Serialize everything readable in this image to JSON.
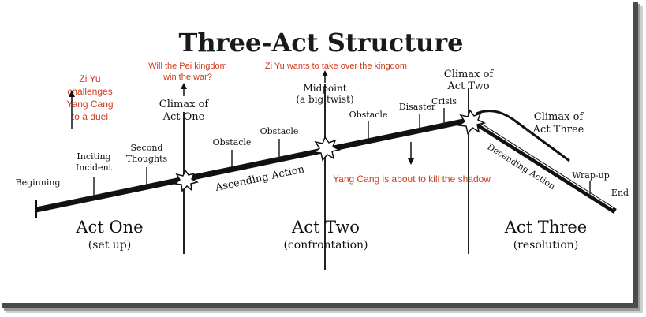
{
  "title": "Three-Act Structure",
  "plot_labels": {
    "beginning": "Beginning",
    "inciting": [
      "Inciting",
      "Incident"
    ],
    "second_thoughts": [
      "Second",
      "Thoughts"
    ],
    "climax_one": [
      "Climax of",
      "Act One"
    ],
    "obstacle_1": "Obstacle",
    "obstacle_2": "Obstacle",
    "ascending": "Ascending Action",
    "midpoint": [
      "Midpoint",
      "(a big twist)"
    ],
    "obstacle_3": "Obstacle",
    "disaster": "Disaster",
    "crisis": "Crisis",
    "climax_two": [
      "Climax of",
      "Act Two"
    ],
    "climax_three": [
      "Climax of",
      "Act Three"
    ],
    "descending": "Decending Action",
    "wrap_up": "Wrap-up",
    "end": "End"
  },
  "acts": [
    {
      "name": "Act One",
      "sub": "(set up)"
    },
    {
      "name": "Act Two",
      "sub": "(confrontation)"
    },
    {
      "name": "Act Three",
      "sub": "(resolution)"
    }
  ],
  "annotations": {
    "zi_yu_duel": [
      "Zi Yu",
      "challenges",
      "Yang Cang",
      "to a duel"
    ],
    "pei_war": [
      "Will the Pei kingdom",
      "win the war?"
    ],
    "take_over": "Zi Yu wants to take over the kingdom",
    "kill_shadow": "Yang Cang is about to kill the shadow",
    "color": "#d03a1c"
  }
}
